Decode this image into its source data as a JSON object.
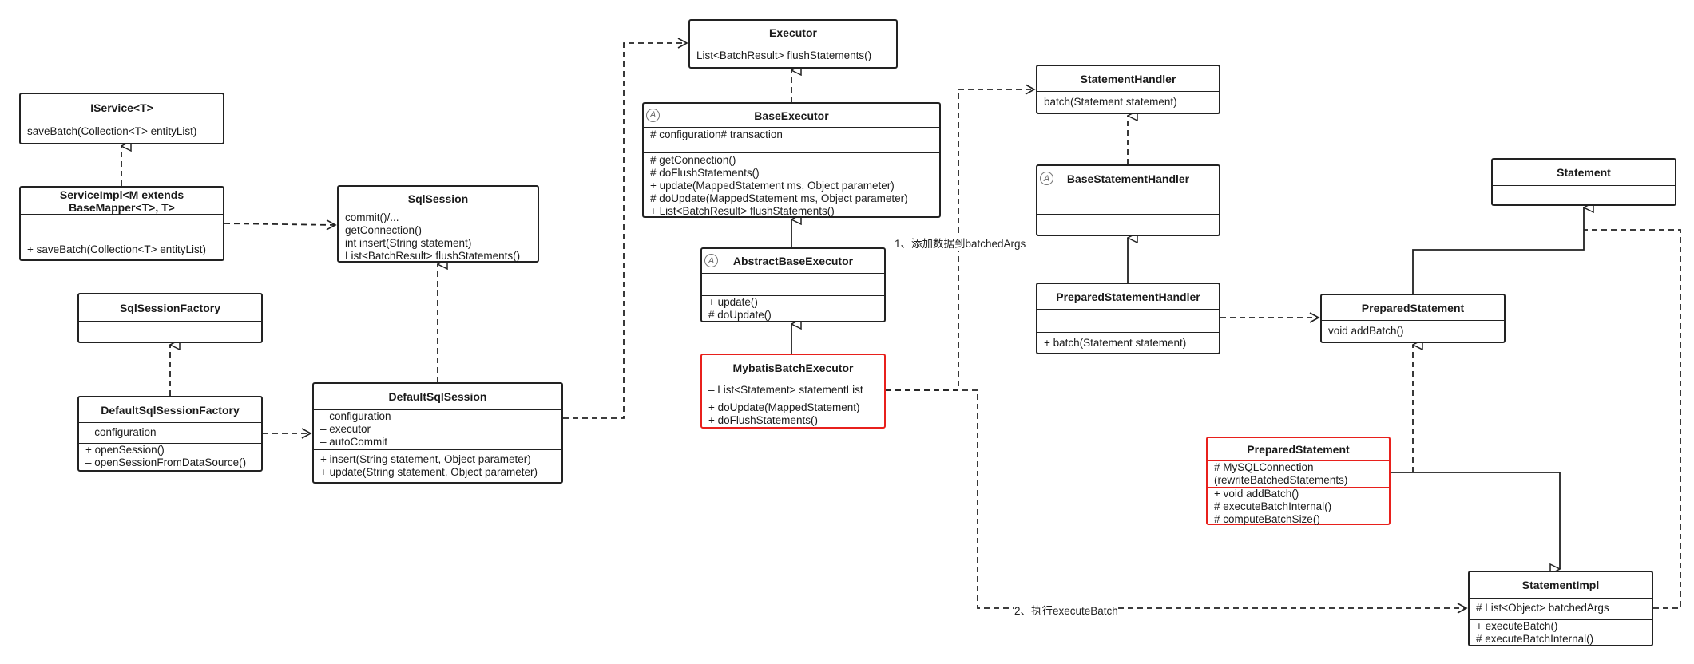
{
  "boxes": {
    "executor": {
      "title": "Executor",
      "sections": [
        [
          "List<BatchResult> flushStatements()"
        ]
      ]
    },
    "iservice": {
      "title": "IService<T>",
      "sections": [
        [
          "saveBatch(Collection<T> entityList)"
        ]
      ]
    },
    "serviceimpl": {
      "title_lines": [
        "ServiceImpl<M extends",
        "BaseMapper<T>, T>"
      ],
      "sections": [
        [],
        [
          "+ saveBatch(Collection<T> entityList)"
        ]
      ]
    },
    "sqlsession": {
      "title": "SqlSession",
      "sections": [
        [
          "commit()/...",
          "getConnection()",
          "int insert(String statement)",
          "List<BatchResult> flushStatements()"
        ]
      ]
    },
    "baseexecutor": {
      "title": "BaseExecutor",
      "sections": [
        [
          "# configuration# transaction"
        ],
        [
          "# getConnection()",
          "# doFlushStatements()",
          "+ update(MappedStatement ms, Object parameter)",
          "# doUpdate(MappedStatement ms, Object parameter)",
          "+ List<BatchResult> flushStatements()"
        ]
      ]
    },
    "abstractbaseexecutor": {
      "title": "AbstractBaseExecutor",
      "sections": [
        [],
        [
          "+ update()",
          "# doUpdate()"
        ]
      ]
    },
    "mybatisbatchexecutor": {
      "title": "MybatisBatchExecutor",
      "sections": [
        [
          "– List<Statement> statementList"
        ],
        [
          "+ doUpdate(MappedStatement)",
          "+ doFlushStatements()"
        ]
      ]
    },
    "sqlsessionfactory": {
      "title": "SqlSessionFactory",
      "sections": [
        []
      ]
    },
    "defaultsqlsessionfactory": {
      "title": "DefaultSqlSessionFactory",
      "sections": [
        [
          "– configuration"
        ],
        [
          "+ openSession()",
          "– openSessionFromDataSource()"
        ]
      ]
    },
    "defaultsqlsession": {
      "title": "DefaultSqlSession",
      "sections": [
        [
          "– configuration",
          "– executor",
          "– autoCommit"
        ],
        [
          "+ insert(String statement, Object parameter)",
          "+ update(String statement, Object parameter)"
        ]
      ]
    },
    "statementhandler": {
      "title": "StatementHandler",
      "sections": [
        [
          "batch(Statement statement)"
        ]
      ]
    },
    "basestatementhandler": {
      "title": "BaseStatementHandler",
      "sections": [
        [],
        []
      ]
    },
    "preparedstatementhandler": {
      "title": "PreparedStatementHandler",
      "sections": [
        [],
        [
          "+ batch(Statement statement)"
        ]
      ]
    },
    "statement": {
      "title": "Statement",
      "sections": [
        []
      ]
    },
    "preparedstatement_iface": {
      "title": "PreparedStatement",
      "sections": [
        [
          "void addBatch()"
        ]
      ]
    },
    "preparedstatement_impl": {
      "title": "PreparedStatement",
      "sections": [
        [
          "# MySQLConnection",
          "(rewriteBatchedStatements)"
        ],
        [
          "+ void addBatch()",
          "# executeBatchInternal()",
          "# computeBatchSize()"
        ]
      ]
    },
    "statementimpl": {
      "title": "StatementImpl",
      "sections": [
        [
          "# List<Object> batchedArgs"
        ],
        [
          "+ executeBatch()",
          "# executeBatchInternal()"
        ]
      ]
    }
  },
  "abstract_marker": "A",
  "labels": {
    "add_data": "1、添加数据到batchedArgs",
    "execute_batch": "2、执行executeBatch"
  },
  "colors": {
    "border": "#222222",
    "highlight": "#e8201c"
  }
}
